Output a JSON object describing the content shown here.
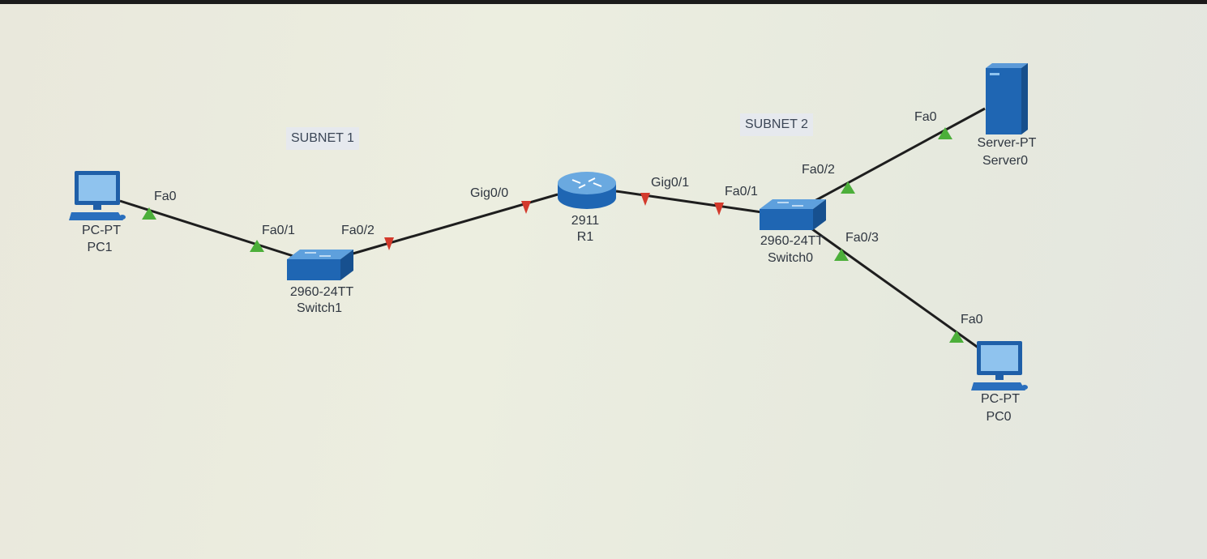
{
  "notes": {
    "subnet1": "SUBNET 1",
    "subnet2": "SUBNET 2"
  },
  "devices": {
    "pc1": {
      "model": "PC-PT",
      "name": "PC1"
    },
    "switch1": {
      "model": "2960-24TT",
      "name": "Switch1"
    },
    "router": {
      "model": "2911",
      "name": "R1"
    },
    "switch0": {
      "model": "2960-24TT",
      "name": "Switch0"
    },
    "server0": {
      "model": "Server-PT",
      "name": "Server0"
    },
    "pc0": {
      "model": "PC-PT",
      "name": "PC0"
    }
  },
  "ports": {
    "pc1_fa0": "Fa0",
    "sw1_fa01": "Fa0/1",
    "sw1_fa02": "Fa0/2",
    "r1_gig00": "Gig0/0",
    "r1_gig01": "Gig0/1",
    "sw0_fa01": "Fa0/1",
    "sw0_fa02": "Fa0/2",
    "sw0_fa03": "Fa0/3",
    "server_fa0": "Fa0",
    "pc0_fa0": "Fa0"
  },
  "link_status_colors": {
    "up": "#4caf3a",
    "down": "#d33a2c"
  }
}
